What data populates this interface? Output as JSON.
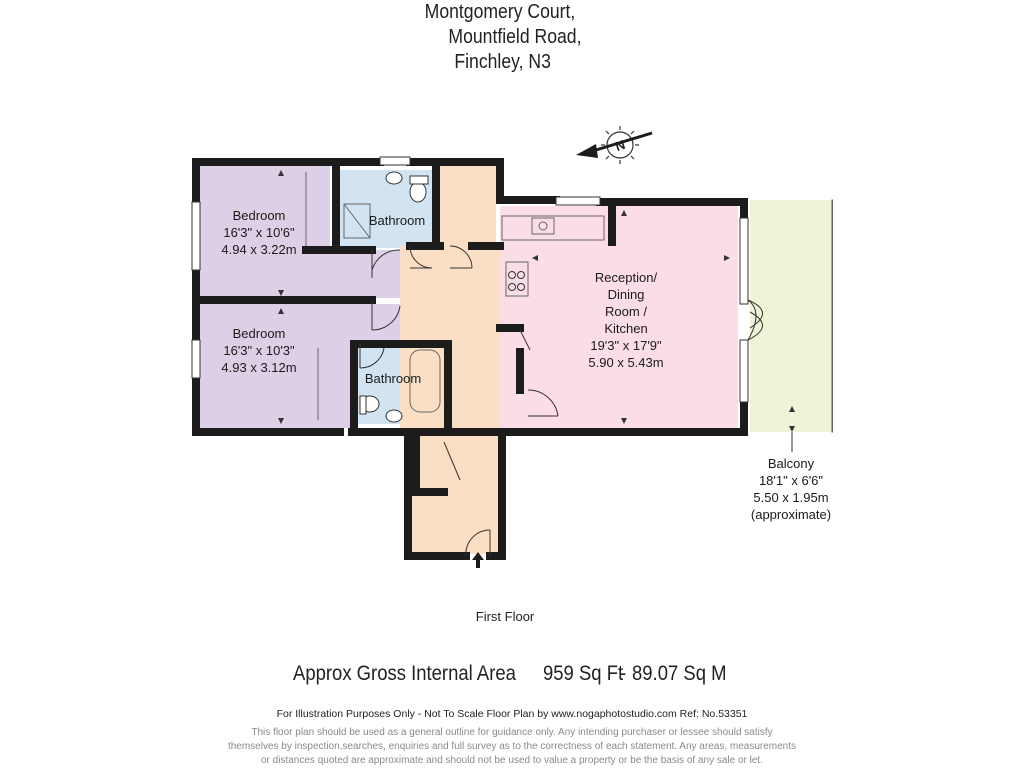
{
  "address": {
    "line1": "Montgomery Court,",
    "line2": "Mountfield Road,",
    "line3": "Finchley, N3"
  },
  "compass": {
    "letter": "N"
  },
  "rooms": {
    "bedroom1": {
      "name": "Bedroom",
      "imperial": "16'3\" x 10'6\"",
      "metric": "4.94 x 3.22m"
    },
    "bedroom2": {
      "name": "Bedroom",
      "imperial": "16'3\" x 10'3\"",
      "metric": "4.93 x 3.12m"
    },
    "bathroom1": {
      "name": "Bathroom"
    },
    "bathroom2": {
      "name": "Bathroom"
    },
    "reception": {
      "line1": "Reception/",
      "line2": "Dining",
      "line3": "Room /",
      "line4": "Kitchen",
      "imperial": "19'3\" x 17'9\"",
      "metric": "5.90 x 5.43m"
    },
    "balcony": {
      "name": "Balcony",
      "imperial": "18'1\" x 6'6\"",
      "metric": "5.50 x 1.95m",
      "note": "(approximate)"
    }
  },
  "floor_label": "First Floor",
  "area": {
    "label": "Approx Gross Internal Area",
    "sqft": "959 Sq Ft",
    "separator": "-",
    "sqm": "89.07 Sq M"
  },
  "footer": {
    "main": "For Illustration Purposes Only - Not To Scale  Floor Plan by www.nogaphotostudio.com   Ref: No.53351",
    "disclaimer1": "This floor plan should be used as a general outline for guidance only. Any intending purchaser or lessee should satisfy",
    "disclaimer2": "themselves by inspection,searches, enquiries and full survey as to the correctness of each statement. Any areas, measurements",
    "disclaimer3": "or distances quoted are approximate and should not be used to value a property or be the basis of any sale or let."
  },
  "colors": {
    "bedroom": "#ddd0e6",
    "bathroom": "#d2e4f1",
    "hallway": "#fbdfc4",
    "reception": "#fbdde7",
    "balcony": "#f1f3d9",
    "wall": "#1c1c1c"
  }
}
